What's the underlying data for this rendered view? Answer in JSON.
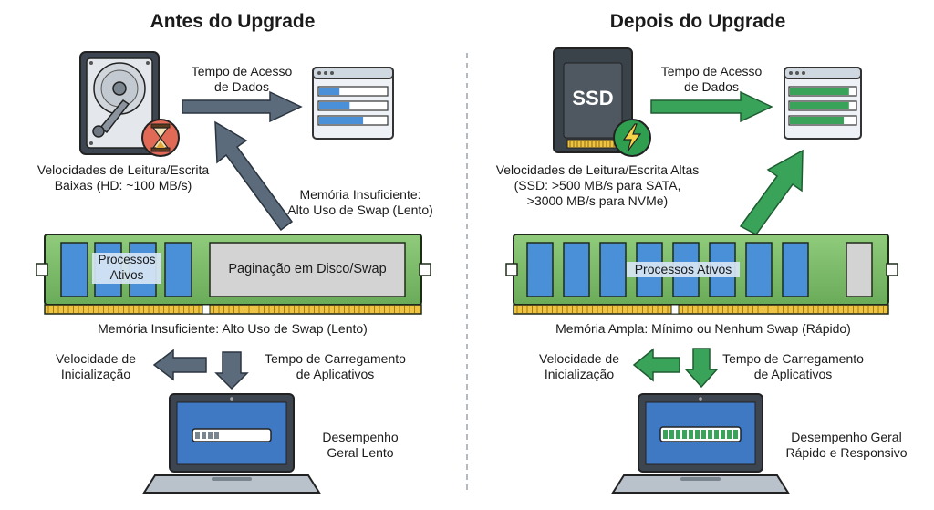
{
  "before": {
    "title": "Antes do Upgrade",
    "access_label_line1": "Tempo de Acesso",
    "access_label_line2": "de Dados",
    "disk_speed_line1": "Velocidades de Leitura/Escrita",
    "disk_speed_line2": "Baixas (HD: ~100 MB/s)",
    "insufficient_line1": "Memória Insuficiente:",
    "insufficient_line2": "Alto Uso de Swap (Lento)",
    "ram_processes_line1": "Processos",
    "ram_processes_line2": "Ativos",
    "ram_paging": "Paginação em Disco/Swap",
    "ram_caption": "Memória Insuficiente: Alto Uso de Swap (Lento)",
    "boot_line1": "Velocidade de",
    "boot_line2": "Inicialização",
    "apps_line1": "Tempo de Carregamento",
    "apps_line2": "de Aplicativos",
    "perf_line1": "Desempenho",
    "perf_line2": "Geral Lento",
    "data_bars_fill": [
      0.3,
      0.45,
      0.65
    ]
  },
  "after": {
    "title": "Depois do Upgrade",
    "ssd_label": "SSD",
    "access_label_line1": "Tempo de Acesso",
    "access_label_line2": "de Dados",
    "disk_speed_line1": "Velocidades de Leitura/Escrita Altas",
    "disk_speed_line2": "(SSD: >500 MB/s para SATA,",
    "disk_speed_line3": ">3000 MB/s para NVMe)",
    "ram_processes": "Processos Ativos",
    "ram_caption": "Memória Ampla: Mínimo ou Nenhum Swap (Rápido)",
    "boot_line1": "Velocidade de",
    "boot_line2": "Inicialização",
    "apps_line1": "Tempo de Carregamento",
    "apps_line2": "de Aplicativos",
    "perf_line1": "Desempenho Geral",
    "perf_line2": "Rápido e Responsivo",
    "data_bars_fill": [
      0.9,
      0.9,
      0.82
    ]
  },
  "colors": {
    "slow_arrow": "#5b6b7b",
    "fast_arrow": "#3aa35a",
    "ram_green": "#7dbb6a",
    "chip_blue": "#4a90d9",
    "gold_contacts": "#f0c443",
    "hourglass_badge": "#e06a55",
    "bolt_badge": "#2f9e4f"
  },
  "icons": [
    "hard-drive-icon",
    "hourglass-icon",
    "ssd-icon",
    "lightning-bolt-icon",
    "data-window-icon",
    "laptop-icon",
    "loading-bar-icon"
  ]
}
